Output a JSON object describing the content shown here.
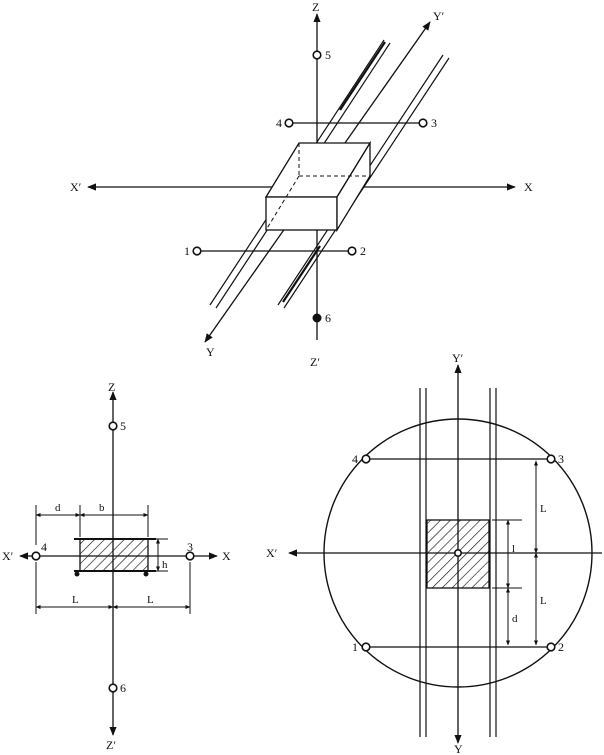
{
  "diagram_top": {
    "axes": {
      "z": "Z",
      "z_neg": "Z′",
      "x": "X",
      "x_neg": "X′",
      "y": "Y",
      "y_neg": "Y′"
    },
    "points": [
      "1",
      "2",
      "3",
      "4",
      "5",
      "6"
    ]
  },
  "diagram_left": {
    "axes": {
      "z": "Z",
      "z_neg": "Z′",
      "x": "X",
      "x_neg": "X′"
    },
    "points": [
      "3",
      "4",
      "5",
      "6"
    ],
    "dims": {
      "d": "d",
      "b": "b",
      "h": "h",
      "L1": "L",
      "L2": "L"
    }
  },
  "diagram_right": {
    "axes": {
      "y": "Y",
      "y_neg": "Y′",
      "x_neg": "X′"
    },
    "points": [
      "1",
      "2",
      "3",
      "4"
    ],
    "dims": {
      "L_top": "L",
      "l": "l",
      "L_bottom": "L",
      "d": "d"
    }
  }
}
